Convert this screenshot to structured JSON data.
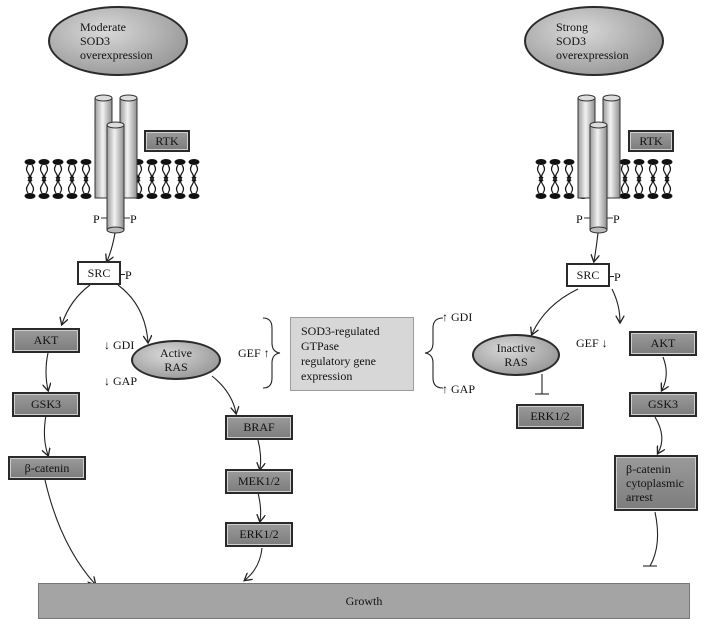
{
  "left": {
    "stimulus": "Moderate\nSOD3\noverexpression",
    "rtk": "RTK",
    "p_left": "P",
    "p_right": "P",
    "src": "SRC",
    "src_p": "P",
    "akt": "AKT",
    "gsk3": "GSK3",
    "catenin": "β-catenin",
    "gdi": "↓ GDI",
    "gap": "↓ GAP",
    "ras": "Active\nRAS",
    "braf": "BRAF",
    "mek": "MEK1/2",
    "erk": "ERK1/2"
  },
  "center": {
    "gef": "GEF ↑",
    "text": "SOD3-regulated\nGTPase\nregulatory gene\nexpression",
    "gdi": "↑ GDI",
    "gap": "↑ GAP"
  },
  "right": {
    "stimulus": "Strong\nSOD3\noverexpression",
    "rtk": "RTK",
    "p_left": "P",
    "p_right": "P",
    "src": "SRC",
    "src_p": "P",
    "ras": "Inactive\nRAS",
    "gef": "GEF ↓",
    "erk": "ERK1/2",
    "akt": "AKT",
    "gsk3": "GSK3",
    "catenin": "β-catenin\ncytoplasmic\narrest"
  },
  "growth": "Growth"
}
